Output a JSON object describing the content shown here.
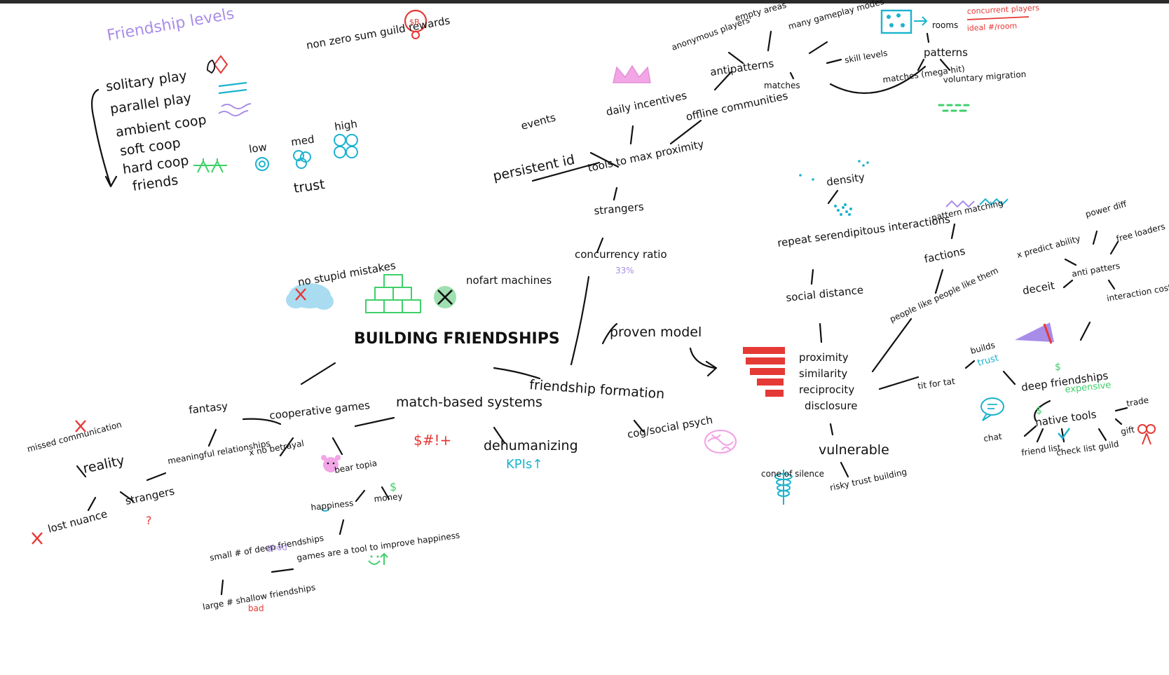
{
  "colors": {
    "ink": "#111111",
    "purple": "#a88de8",
    "teal": "#1bb3cf",
    "red": "#e53935",
    "green": "#3fcf6a",
    "pink": "#f2a6e6",
    "lightblue": "#a9dcf0"
  },
  "legend": {
    "title": "Friendship levels",
    "levels": [
      "solitary play",
      "parallel play",
      "ambient coop",
      "soft coop",
      "hard coop",
      "friends"
    ],
    "trust_title": "trust",
    "trust_levels": [
      "low",
      "med",
      "high"
    ]
  },
  "top_note": {
    "text": "non zero sum guild rewards",
    "badge": "$B"
  },
  "nodes": {
    "center": "BUILDING FRIENDSHIPS",
    "no_stupid_mistakes": "no stupid mistakes",
    "no_fart_machines": "nofart machines",
    "fantasy": "fantasy",
    "cooperative_games": "cooperative games",
    "match_based": "match-based systems",
    "symbols": "$#!+",
    "dehumanizing": "dehumanizing",
    "kpis": "KPIs↑",
    "meaningful": "meaningful relationships",
    "no_betrayal": "x no betrayal",
    "bear_topia": "bear topia",
    "happiness": "happiness",
    "money": "money",
    "reality": "reality",
    "missed_comm": "missed communication",
    "lost_nuance": "lost nuance",
    "strangers_q": "strangers",
    "question": "?",
    "small_deep": "small # of deep friendships",
    "good": "good",
    "large_shallow": "large # shallow friendships",
    "bad": "bad",
    "games_tool": "games are a tool to improve happiness",
    "friendship_formation": "friendship formation",
    "cog_social": "cog/social psych",
    "proven_model": "proven model",
    "concurrency": "concurrency ratio",
    "pct": "33%",
    "strangers": "strangers",
    "tools_proximity": "tools to max proximity",
    "persistent_id": "persistent id",
    "events": "events",
    "daily_incentives": "daily incentives",
    "offline": "offline communities",
    "antipatterns": "antipatterns",
    "anonymous": "anonymous players",
    "empty_areas": "empty areas",
    "many_modes": "many gameplay modes",
    "skill_levels": "skill levels",
    "matches": "matches",
    "rooms": "rooms",
    "concurrent_players": "concurrent players",
    "ideal_room": "ideal #/room",
    "patterns": "patterns",
    "matches_mega": "matches (mega hit)",
    "voluntary": "voluntary migration",
    "density": "density",
    "repeat": "repeat serendipitous interactions",
    "social_distance": "social distance",
    "proximity": "proximity",
    "similarity": "similarity",
    "reciprocity": "reciprocity",
    "disclosure": "disclosure",
    "vulnerable": "vulnerable",
    "risky_trust": "risky trust building",
    "cone": "cone of silence",
    "pattern_matching": "pattern matching",
    "factions": "factions",
    "people_like": "people like people like them",
    "tit_for_tat": "tit for tat",
    "builds_trust_a": "builds",
    "builds_trust_b": "trust",
    "deep_friendships": "deep friendships",
    "expensive": "expensive",
    "power_diff": "power diff",
    "predictability": "x predict ability",
    "free_loaders": "free loaders",
    "anti_patterns": "anti patters",
    "deceit": "deceit",
    "interaction_cost": "interaction cost",
    "native_tools": "native tools",
    "trade": "trade",
    "gift": "gift",
    "chat": "chat",
    "friend_list": "friend list",
    "check_list": "check list",
    "guild": "guild"
  }
}
